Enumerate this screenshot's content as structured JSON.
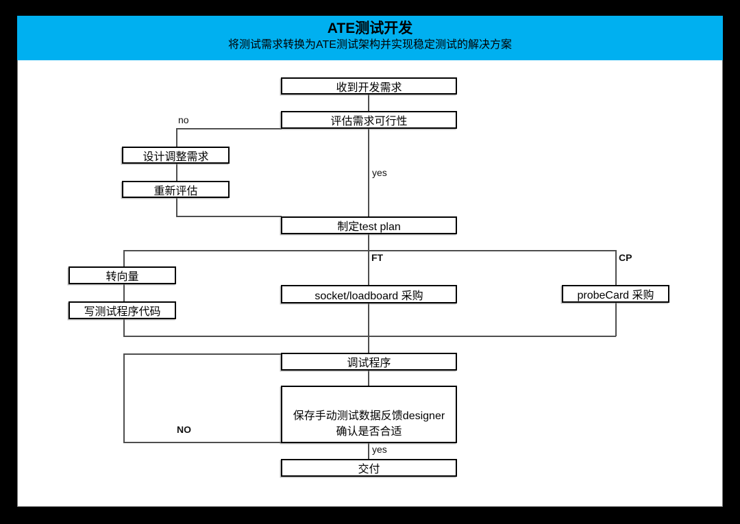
{
  "header": {
    "title": "ATE测试开发",
    "subtitle": "将测试需求转换为ATE测试架构并实现稳定测试的解决方案",
    "accent_color": "#00B0F0"
  },
  "nodes": {
    "receive": {
      "label": "收到开发需求"
    },
    "evaluate": {
      "label": "评估需求可行性"
    },
    "design_adjust": {
      "label": "设计调整需求"
    },
    "reevaluate": {
      "label": "重新评估"
    },
    "test_plan": {
      "label": "制定test plan"
    },
    "convert_vector": {
      "label": "转向量"
    },
    "write_code": {
      "label": "写测试程序代码"
    },
    "socket_purchase": {
      "label": "socket/loadboard 采购"
    },
    "probecard_purchase": {
      "label": "probeCard 采购"
    },
    "debug": {
      "label": "调试程序"
    },
    "save_feedback": {
      "line1": "保存手动测试数据反馈designer",
      "line2": "确认是否合适"
    },
    "deliver": {
      "label": "交付"
    }
  },
  "edge_labels": {
    "no": "no",
    "yes_top": "yes",
    "ft": "FT",
    "cp": "CP",
    "no_loop": "NO",
    "yes_bottom": "yes"
  }
}
